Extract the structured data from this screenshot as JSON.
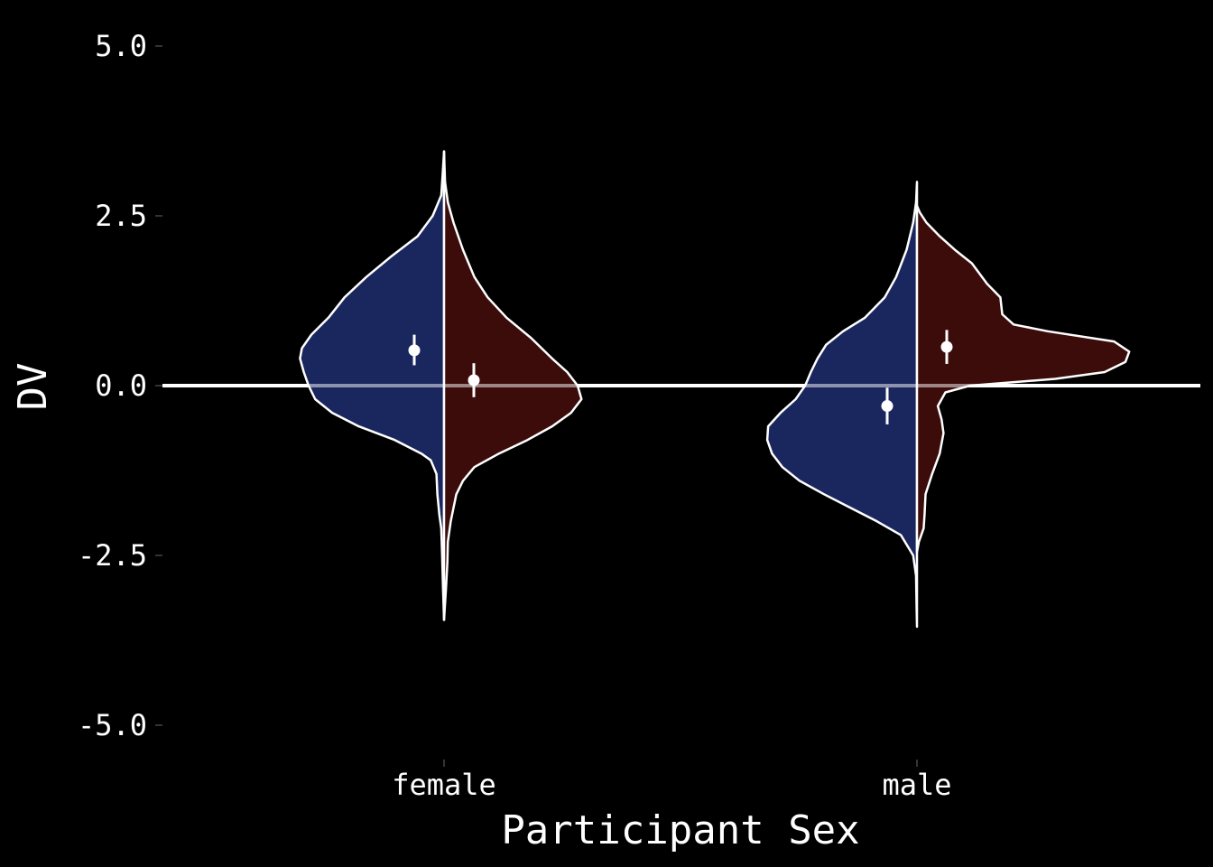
{
  "chart_data": {
    "type": "split-violin",
    "title": "",
    "xlabel": "Participant Sex",
    "ylabel": "DV",
    "ylim": [
      -5.5,
      5.3
    ],
    "y_ticks": [
      5.0,
      2.5,
      0.0,
      -2.5,
      -5.0
    ],
    "y_tick_labels": [
      "5.0",
      "2.5",
      "0.0",
      "-2.5",
      "-5.0"
    ],
    "categories": [
      "female",
      "male"
    ],
    "reference_line": 0.0,
    "grid": false,
    "legend": "none",
    "colors": {
      "background": "#000000",
      "left_fill": "#1a275e",
      "right_fill": "#3b0c0a",
      "outline": "#ffffff"
    },
    "groups": [
      {
        "category": "female",
        "left": {
          "range": [
            -3.45,
            3.45
          ],
          "density": [
            [
              -3.45,
              0.0
            ],
            [
              -3.0,
              0.01
            ],
            [
              -2.5,
              0.02
            ],
            [
              -2.1,
              0.03
            ],
            [
              -1.9,
              0.05
            ],
            [
              -1.6,
              0.07
            ],
            [
              -1.3,
              0.08
            ],
            [
              -1.1,
              0.14
            ],
            [
              -1.0,
              0.24
            ],
            [
              -0.8,
              0.52
            ],
            [
              -0.6,
              0.9
            ],
            [
              -0.4,
              1.18
            ],
            [
              -0.2,
              1.36
            ],
            [
              0.0,
              1.43
            ],
            [
              0.2,
              1.48
            ],
            [
              0.4,
              1.52
            ],
            [
              0.55,
              1.5
            ],
            [
              0.75,
              1.4
            ],
            [
              1.0,
              1.22
            ],
            [
              1.3,
              1.05
            ],
            [
              1.6,
              0.82
            ],
            [
              1.9,
              0.56
            ],
            [
              2.2,
              0.28
            ],
            [
              2.5,
              0.12
            ],
            [
              2.8,
              0.03
            ],
            [
              3.1,
              0.015
            ],
            [
              3.45,
              0.0
            ]
          ],
          "mean": 0.52,
          "ci": [
            0.3,
            0.75
          ]
        },
        "right": {
          "range": [
            -3.45,
            3.45
          ],
          "density": [
            [
              -3.45,
              0.0
            ],
            [
              -3.0,
              0.02
            ],
            [
              -2.6,
              0.035
            ],
            [
              -2.3,
              0.04
            ],
            [
              -2.0,
              0.07
            ],
            [
              -1.6,
              0.13
            ],
            [
              -1.4,
              0.2
            ],
            [
              -1.2,
              0.32
            ],
            [
              -1.0,
              0.58
            ],
            [
              -0.8,
              0.88
            ],
            [
              -0.6,
              1.14
            ],
            [
              -0.4,
              1.34
            ],
            [
              -0.2,
              1.45
            ],
            [
              0.0,
              1.41
            ],
            [
              0.2,
              1.3
            ],
            [
              0.4,
              1.14
            ],
            [
              0.7,
              0.92
            ],
            [
              1.0,
              0.66
            ],
            [
              1.3,
              0.46
            ],
            [
              1.6,
              0.32
            ],
            [
              2.0,
              0.2
            ],
            [
              2.4,
              0.1
            ],
            [
              2.7,
              0.04
            ],
            [
              3.0,
              0.01
            ],
            [
              3.45,
              0.0
            ]
          ],
          "mean": 0.08,
          "ci": [
            -0.17,
            0.33
          ]
        }
      },
      {
        "category": "male",
        "left": {
          "range": [
            -3.55,
            3.0
          ],
          "density": [
            [
              -3.55,
              0.0
            ],
            [
              -3.2,
              0.005
            ],
            [
              -2.8,
              0.01
            ],
            [
              -2.5,
              0.04
            ],
            [
              -2.2,
              0.17
            ],
            [
              -2.0,
              0.42
            ],
            [
              -1.8,
              0.7
            ],
            [
              -1.6,
              0.98
            ],
            [
              -1.4,
              1.24
            ],
            [
              -1.2,
              1.42
            ],
            [
              -1.0,
              1.53
            ],
            [
              -0.8,
              1.58
            ],
            [
              -0.6,
              1.57
            ],
            [
              -0.4,
              1.44
            ],
            [
              -0.2,
              1.28
            ],
            [
              0.0,
              1.18
            ],
            [
              0.2,
              1.12
            ],
            [
              0.4,
              1.05
            ],
            [
              0.6,
              0.96
            ],
            [
              0.8,
              0.78
            ],
            [
              1.0,
              0.55
            ],
            [
              1.3,
              0.34
            ],
            [
              1.6,
              0.22
            ],
            [
              2.0,
              0.11
            ],
            [
              2.4,
              0.04
            ],
            [
              2.7,
              0.01
            ],
            [
              3.0,
              0.0
            ]
          ],
          "mean": -0.3,
          "ci": [
            -0.57,
            -0.03
          ]
        },
        "right": {
          "range": [
            -2.45,
            2.65
          ],
          "density": [
            [
              -2.45,
              0.0
            ],
            [
              -2.3,
              0.02
            ],
            [
              -2.1,
              0.07
            ],
            [
              -1.9,
              0.08
            ],
            [
              -1.6,
              0.09
            ],
            [
              -1.3,
              0.16
            ],
            [
              -1.0,
              0.24
            ],
            [
              -0.7,
              0.28
            ],
            [
              -0.5,
              0.26
            ],
            [
              -0.3,
              0.22
            ],
            [
              -0.1,
              0.3
            ],
            [
              0.0,
              0.56
            ],
            [
              0.1,
              1.46
            ],
            [
              0.2,
              1.98
            ],
            [
              0.35,
              2.2
            ],
            [
              0.5,
              2.24
            ],
            [
              0.65,
              2.08
            ],
            [
              0.8,
              1.38
            ],
            [
              0.9,
              1.02
            ],
            [
              1.05,
              0.9
            ],
            [
              1.3,
              0.88
            ],
            [
              1.5,
              0.74
            ],
            [
              1.8,
              0.58
            ],
            [
              2.0,
              0.4
            ],
            [
              2.2,
              0.24
            ],
            [
              2.4,
              0.1
            ],
            [
              2.55,
              0.03
            ],
            [
              2.65,
              0.0
            ]
          ],
          "mean": 0.57,
          "ci": [
            0.32,
            0.82
          ]
        }
      }
    ]
  }
}
